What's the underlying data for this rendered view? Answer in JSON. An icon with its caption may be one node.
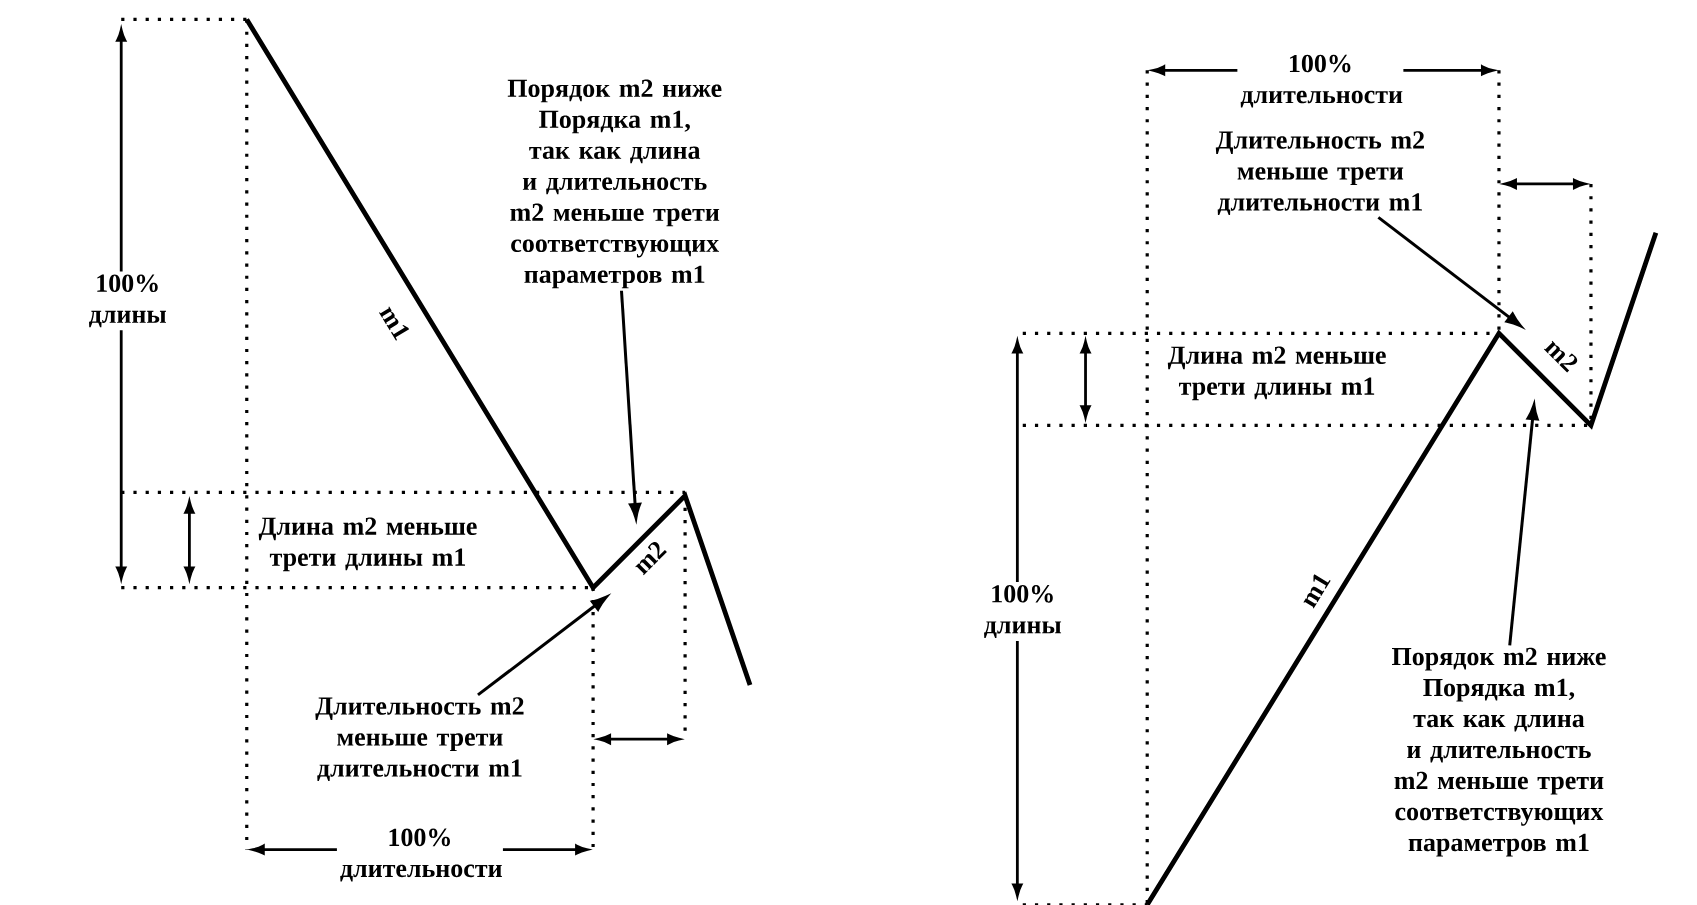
{
  "diagram": {
    "nodes": [
      {
        "text": [
          "Порядок m2 ниже Порядка m1, так как длина и длительность m2 меньше трети соответствующих параметров m1"
        ]
      },
      {
        "text": [
          "Длительность m2 меньше трети длительности m1"
        ]
      },
      {
        "text": [
          "Длительность m2 меньше трети длительности m1"
        ]
      },
      {
        "text": [
          "Порядок m2 ниже Порядка m1, так как длина и длительность m2 меньше трети соответствующих параметров m1"
        ]
      }
    ],
    "edges": [
      {
        "from": 0,
        "to": null,
        "arrow": "to"
      },
      {
        "from": 1,
        "to": null,
        "arrow": "to"
      },
      {
        "from": 2,
        "to": null,
        "arrow": "to"
      },
      {
        "from": 3,
        "to": null,
        "arrow": "to"
      }
    ],
    "labels": [
      "100% длины",
      "m1",
      "Длина m2 меньше трети длины m1",
      "m2",
      "100% длительности",
      "100% длительности",
      "Длина m2 меньше трети длины m1",
      "m2",
      "100% длины",
      "m1"
    ]
  }
}
